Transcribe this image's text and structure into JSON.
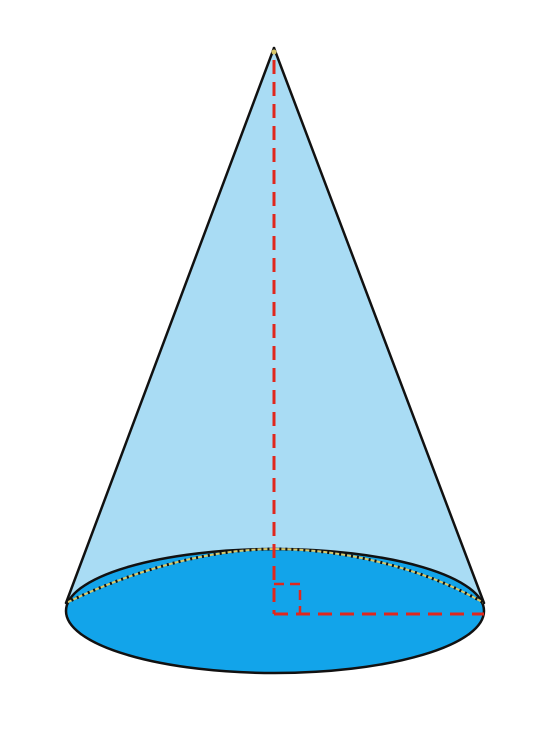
{
  "figure": {
    "shape": "cone",
    "colors": {
      "background": "#ffffff",
      "lateral_surface": "#a9dcf4",
      "base_fill": "#12a4ea",
      "outline": "#111111",
      "hidden_edge_highlight": "#d8c86a",
      "height_and_radius_lines": "#e0271d"
    },
    "elements": [
      "apex",
      "lateral-surface",
      "base-ellipse",
      "hidden-back-rim",
      "height-line",
      "radius-line",
      "right-angle-marker"
    ]
  }
}
